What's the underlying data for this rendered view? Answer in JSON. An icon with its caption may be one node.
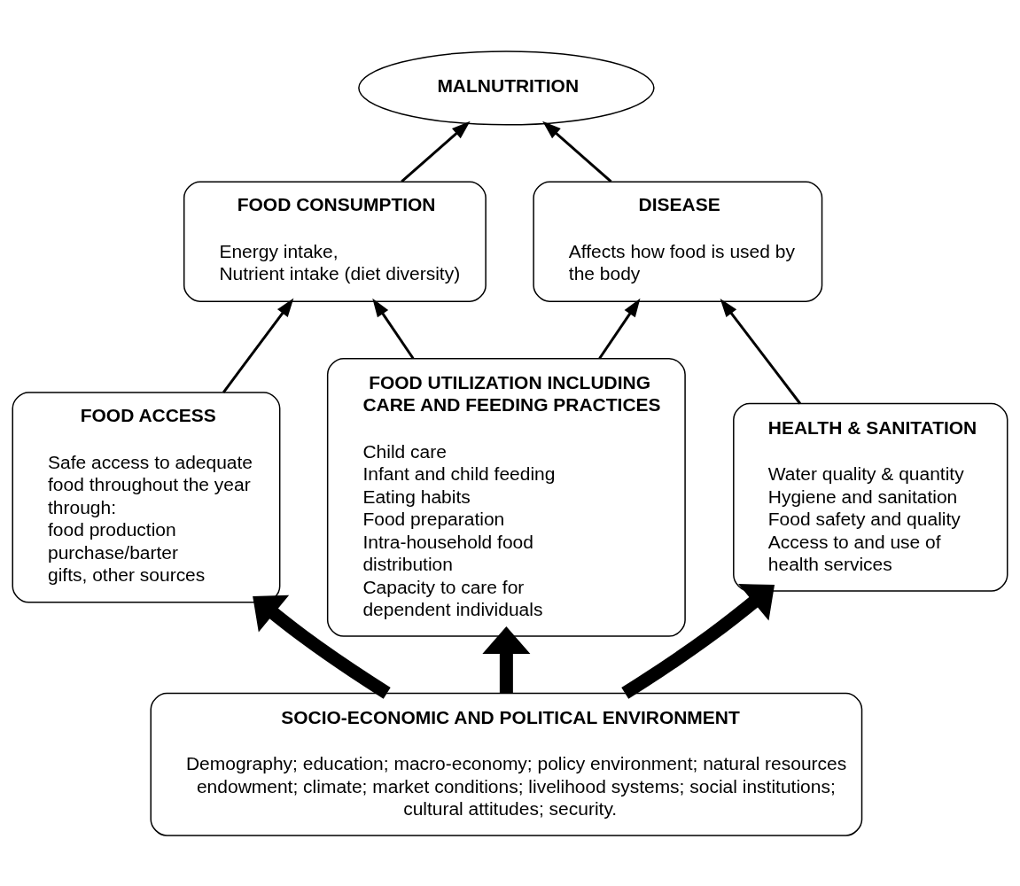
{
  "diagram": {
    "nodes": [
      {
        "text": [
          "MALNUTRITION"
        ]
      },
      {
        "text": [
          "FOOD CONSUMPTION",
          "Energy intake,",
          "Nutrient intake (diet diversity)"
        ]
      },
      {
        "text": [
          "DISEASE",
          "Affects how food is used by the body"
        ]
      },
      {
        "text": [
          "FOOD ACCESS",
          "Safe access to adequate food throughout the year through:",
          "food production",
          "purchase/barter",
          "gifts, other sources"
        ]
      },
      {
        "text": [
          "FOOD UTILIZATION INCLUDING CARE AND FEEDING PRACTICES",
          "Child care",
          "Infant and child feeding",
          "Eating habits",
          "Food preparation",
          "Intra-household food distribution",
          "Capacity to care for dependent individuals"
        ]
      },
      {
        "text": [
          "HEALTH & SANITATION",
          "Water quality & quantity",
          "Hygiene and sanitation",
          "Food safety and quality",
          "Access to and use of health services"
        ]
      },
      {
        "text": [
          "SOCIO-ECONOMIC AND POLITICAL ENVIRONMENT",
          "Demography; education; macro-economy; policy environment; natural resources endowment; climate; market conditions; livelihood systems; social institutions; cultural attitudes; security."
        ]
      }
    ],
    "edges": [
      {
        "from": 1,
        "to": 0,
        "arrow": "to"
      },
      {
        "from": 2,
        "to": 0,
        "arrow": "to"
      },
      {
        "from": 3,
        "to": 1,
        "arrow": "to"
      },
      {
        "from": 4,
        "to": 1,
        "arrow": "to"
      },
      {
        "from": 4,
        "to": 2,
        "arrow": "to"
      },
      {
        "from": 5,
        "to": 2,
        "arrow": "to"
      },
      {
        "from": 6,
        "to": 3,
        "arrow": "to",
        "style": "thick"
      },
      {
        "from": 6,
        "to": 4,
        "arrow": "to",
        "style": "thick"
      },
      {
        "from": 6,
        "to": 5,
        "arrow": "to",
        "style": "thick"
      }
    ]
  }
}
